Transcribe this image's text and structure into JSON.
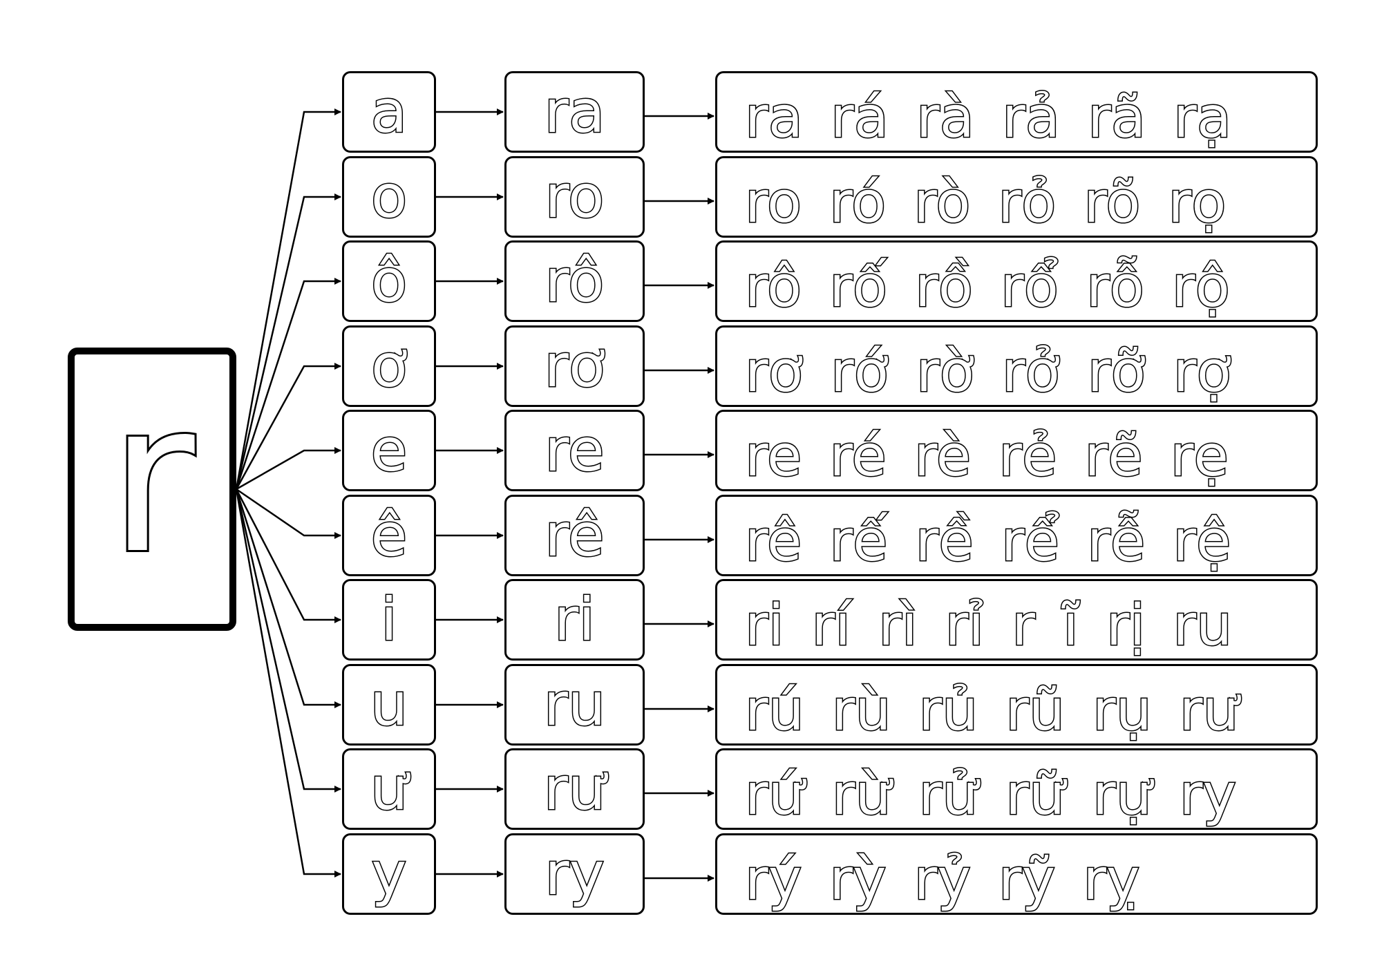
{
  "diagram": {
    "consonant": "r",
    "rows": [
      {
        "vowel": "a",
        "syllable": "ra",
        "tones": "ra rá rà rả rã rạ"
      },
      {
        "vowel": "o",
        "syllable": "ro",
        "tones": "ro ró rò rỏ rõ rọ"
      },
      {
        "vowel": "ô",
        "syllable": "rô",
        "tones": "rô rố rồ rổ rỗ rộ"
      },
      {
        "vowel": "ơ",
        "syllable": "rơ",
        "tones": "rơ rớ rờ rở rỡ rợ"
      },
      {
        "vowel": "e",
        "syllable": "re",
        "tones": "re ré rè rẻ rẽ rẹ"
      },
      {
        "vowel": "ê",
        "syllable": "rê",
        "tones": "rê rế rề rể rễ rệ"
      },
      {
        "vowel": "i",
        "syllable": "ri",
        "tones": "ri rí rì rỉ r ĩ rị ru"
      },
      {
        "vowel": "u",
        "syllable": "ru",
        "tones": "rú rù rủ rũ rụ rư"
      },
      {
        "vowel": "ư",
        "syllable": "rư",
        "tones": "rứ rừ rử rữ rự ry"
      },
      {
        "vowel": "y",
        "syllable": "ry",
        "tones": "rý rỳ rỷ rỹ rỵ"
      }
    ]
  }
}
